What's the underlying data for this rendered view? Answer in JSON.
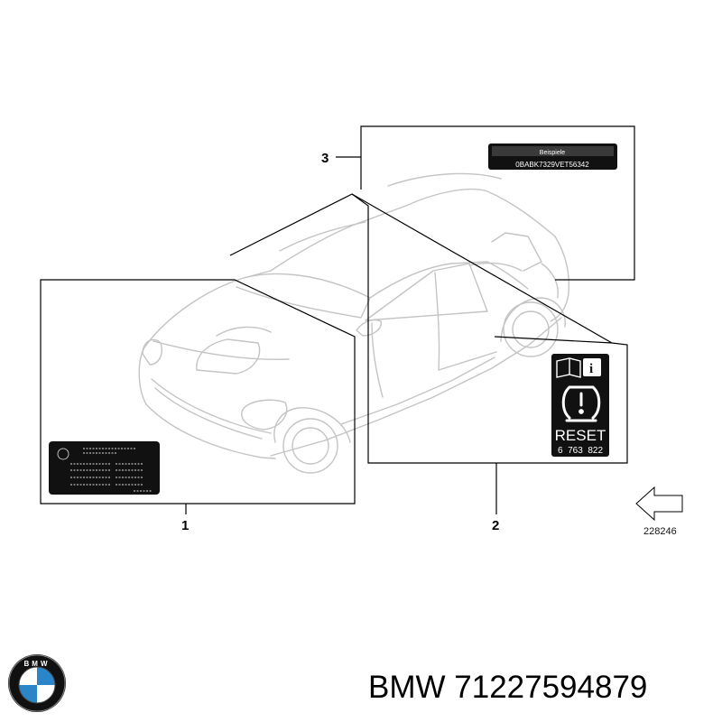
{
  "callouts": {
    "item_1": "1",
    "item_2": "2",
    "item_3": "3"
  },
  "drawing_number": "228246",
  "label_3": {
    "top_text": "Beispiele",
    "code_text": "0BABK7329VET56342"
  },
  "label_2": {
    "reset_text": "RESET",
    "part_code": "6  763  822",
    "info_glyph": "i",
    "icons": [
      "book-icon",
      "info-icon",
      "tire-pressure-warning-icon"
    ]
  },
  "label_1": {
    "icons": [
      "circle-icon"
    ]
  },
  "footer": {
    "brand_logo": "bmw-logo",
    "part_number": "BMW 71227594879"
  },
  "colors": {
    "car_outline": "#c4c4c4",
    "label_fill": "#111111",
    "frame": "#000000"
  }
}
